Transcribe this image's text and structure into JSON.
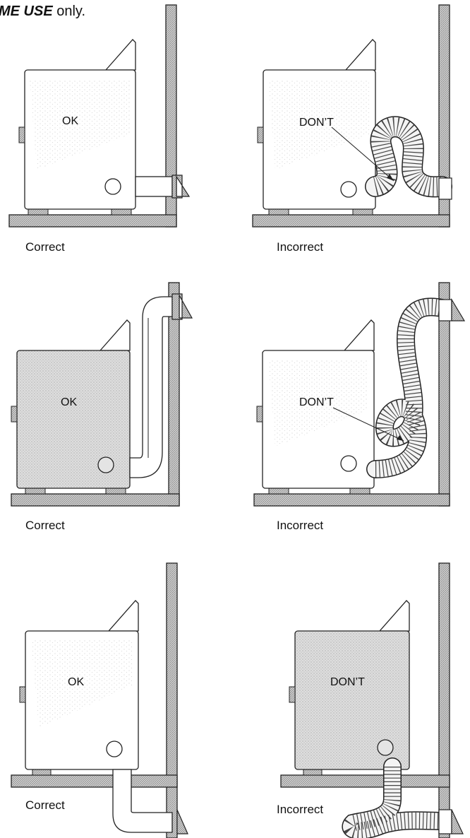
{
  "header": {
    "bold_text": "ME USE",
    "rest_text": " only."
  },
  "panels": [
    {
      "word": "OK",
      "caption": "Correct"
    },
    {
      "word": "DON’T",
      "caption": "Incorrect"
    },
    {
      "word": "OK",
      "caption": "Correct"
    },
    {
      "word": "DON’T",
      "caption": "Incorrect"
    },
    {
      "word": "OK",
      "caption": "Correct"
    },
    {
      "word": "DON’T",
      "caption": "Incorrect"
    }
  ]
}
